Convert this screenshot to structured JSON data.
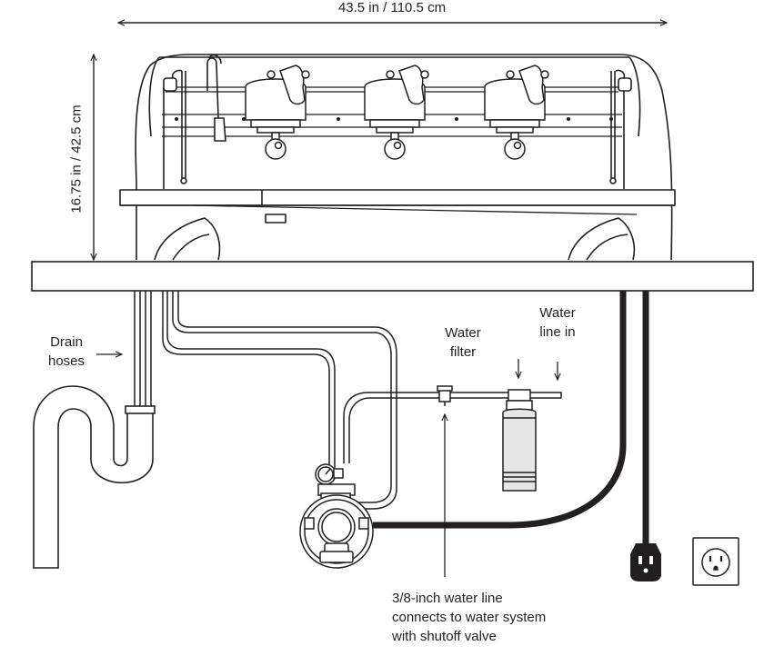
{
  "dimensions": {
    "width_label": "43.5 in / 110.5 cm",
    "height_label": "16.75 in / 42.5 cm"
  },
  "labels": {
    "drain_hoses": [
      "Drain",
      "hoses"
    ],
    "water_filter": [
      "Water",
      "filter"
    ],
    "water_line_in": [
      "Water",
      "line in"
    ],
    "water_line_note": [
      "3/8-inch water line",
      "connects to water system",
      "with shutoff valve"
    ]
  },
  "colors": {
    "line": "#231f20",
    "background": "#ffffff",
    "filter_body": "#e6e6e6"
  },
  "icons": [
    "espresso-machine",
    "group-head",
    "portafilter",
    "steam-wand",
    "drain-trap",
    "water-filter",
    "pump",
    "pressure-gauge",
    "power-plug",
    "wall-outlet"
  ]
}
